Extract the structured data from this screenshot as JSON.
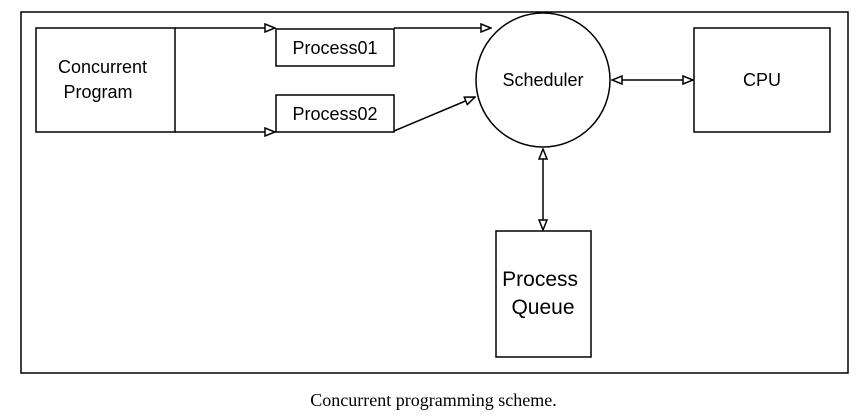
{
  "diagram": {
    "nodes": {
      "concurrent_program": {
        "lines": [
          "Concurrent",
          "Program"
        ]
      },
      "process01": {
        "label": "Process01"
      },
      "process02": {
        "label": "Process02"
      },
      "scheduler": {
        "label": "Scheduler"
      },
      "cpu": {
        "label": "CPU"
      },
      "process_queue": {
        "lines": [
          "Process",
          "Queue"
        ]
      }
    },
    "edges": [
      {
        "from": "concurrent_program",
        "to": "process01"
      },
      {
        "from": "concurrent_program",
        "to": "process02"
      },
      {
        "from": "process01",
        "to": "scheduler"
      },
      {
        "from": "process02",
        "to": "scheduler"
      },
      {
        "from": "scheduler",
        "to": "cpu",
        "bidirectional": true
      },
      {
        "from": "scheduler",
        "to": "process_queue",
        "bidirectional": true
      }
    ]
  },
  "caption": "Concurrent programming scheme."
}
